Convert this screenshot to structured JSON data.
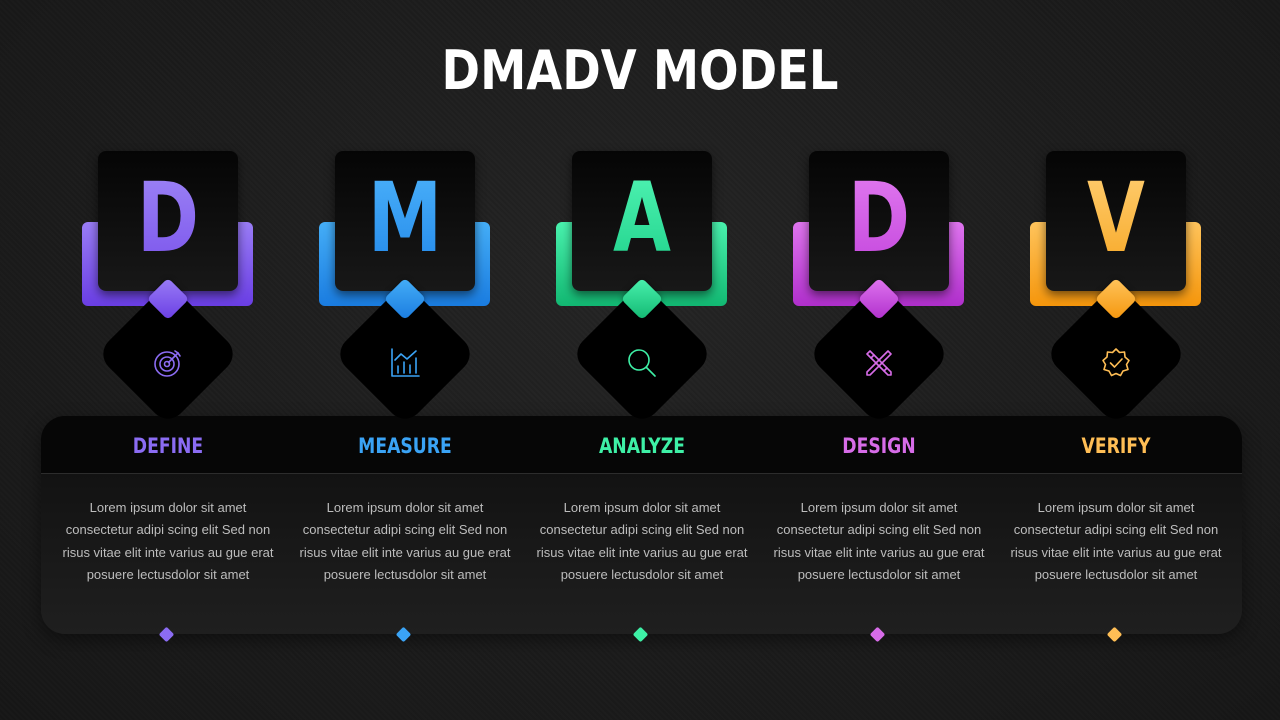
{
  "title": "DMADV MODEL",
  "steps": [
    {
      "letter": "D",
      "label": "DEFINE",
      "icon": "target-icon",
      "color": "#8b6cf3",
      "color_dark": "#6d3fe6",
      "description": "Lorem ipsum dolor sit amet consectetur adipi scing elit Sed non risus vitae elit inte varius au gue erat posuere lectusdolor sit amet"
    },
    {
      "letter": "M",
      "label": "MEASURE",
      "icon": "bar-chart-icon",
      "color": "#3aa3f5",
      "color_dark": "#1b7fe0",
      "description": "Lorem ipsum dolor sit amet consectetur adipi scing elit Sed non risus vitae elit inte varius au gue erat posuere lectusdolor sit amet"
    },
    {
      "letter": "A",
      "label": "ANALYZE",
      "icon": "magnifier-icon",
      "color": "#3ef0a6",
      "color_dark": "#17c07a",
      "description": "Lorem ipsum dolor sit amet consectetur adipi scing elit Sed non risus vitae elit inte varius au gue erat posuere lectusdolor sit amet"
    },
    {
      "letter": "D",
      "label": "DESIGN",
      "icon": "design-tools-icon",
      "color": "#d76ce8",
      "color_dark": "#b632d0",
      "description": "Lorem ipsum dolor sit amet consectetur adipi scing elit Sed non risus vitae elit inte varius au gue erat posuere lectusdolor sit amet"
    },
    {
      "letter": "V",
      "label": "VERIFY",
      "icon": "verified-badge-icon",
      "color": "#ffbe55",
      "color_dark": "#f59a12",
      "description": "Lorem ipsum dolor sit amet consectetur adipi scing elit Sed non risus vitae elit inte varius au gue erat posuere lectusdolor sit amet"
    }
  ]
}
